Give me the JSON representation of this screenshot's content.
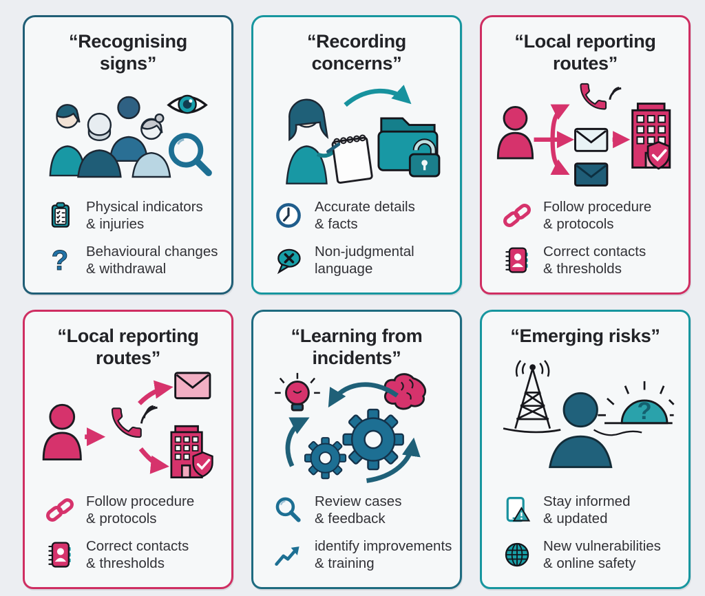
{
  "palette": {
    "page_bg": "#eceef2",
    "card_bg": "#f6f8f9",
    "ink": "#222327",
    "pink": "#d6336c",
    "light_pink": "#f2afc4",
    "teal": "#18a0a8",
    "dark_teal": "#1f5d77",
    "blue": "#1d6f93"
  },
  "cards": [
    {
      "id": "recognising-signs",
      "accent": "#205e76",
      "title_lines": [
        "“Recognising",
        "signs”"
      ],
      "illustration": "care-team-with-eye-and-magnifier",
      "bullets": [
        {
          "icon": "clipboard-checklist-icon",
          "lines": [
            "Physical indicators",
            "& injuries"
          ]
        },
        {
          "icon": "question-mark-icon",
          "glyph": "?",
          "lines": [
            "Behavioural changes",
            "& withdrawal"
          ]
        }
      ]
    },
    {
      "id": "recording-concerns",
      "accent": "#17969f",
      "title_lines": [
        "“Recording",
        "concerns”"
      ],
      "illustration": "nurse-writing-notepad-arrow-locked-folder",
      "bullets": [
        {
          "icon": "clock-icon",
          "lines": [
            "Accurate details",
            "& facts"
          ]
        },
        {
          "icon": "speech-bubble-x-icon",
          "lines": [
            "Non-judgmental",
            "language"
          ]
        }
      ]
    },
    {
      "id": "local-reporting-routes-top",
      "accent": "#cf2e62",
      "title_lines": [
        "“Local reporting",
        "routes”"
      ],
      "illustration": "person-branching-to-phone-emails-then-building-shield",
      "bullets": [
        {
          "icon": "chain-link-icon",
          "lines": [
            "Follow procedure",
            "& protocols"
          ]
        },
        {
          "icon": "contacts-book-icon",
          "lines": [
            "Correct contacts",
            "& thresholds"
          ]
        }
      ]
    },
    {
      "id": "local-reporting-routes-bottom",
      "accent": "#cf2e62",
      "title_lines": [
        "“Local reporting",
        "routes”"
      ],
      "illustration": "person-to-phone-then-envelope-and-building-shield",
      "bullets": [
        {
          "icon": "chain-link-icon",
          "lines": [
            "Follow procedure",
            "& protocols"
          ]
        },
        {
          "icon": "contacts-book-icon",
          "lines": [
            "Correct contacts",
            "& thresholds"
          ]
        }
      ]
    },
    {
      "id": "learning-from-incidents",
      "accent": "#1e6b80",
      "title_lines": [
        "“Learning from",
        "incidents”"
      ],
      "illustration": "lightbulb-gears-brain-cycle-arrows",
      "bullets": [
        {
          "icon": "magnifier-icon",
          "lines": [
            "Review cases",
            "& feedback"
          ]
        },
        {
          "icon": "growth-arrow-icon",
          "lines": [
            "identify improvements",
            "& training"
          ]
        }
      ]
    },
    {
      "id": "emerging-risks",
      "accent": "#17969f",
      "title_lines": [
        "“Emerging risks”"
      ],
      "sun_glyph": "?",
      "illustration": "radio-tower-person-rising-sun-question",
      "bullets": [
        {
          "icon": "tablet-alert-icon",
          "lines": [
            "Stay informed",
            "& updated"
          ]
        },
        {
          "icon": "globe-icon",
          "lines": [
            "New vulnerabilities",
            "& online safety"
          ]
        }
      ]
    }
  ]
}
